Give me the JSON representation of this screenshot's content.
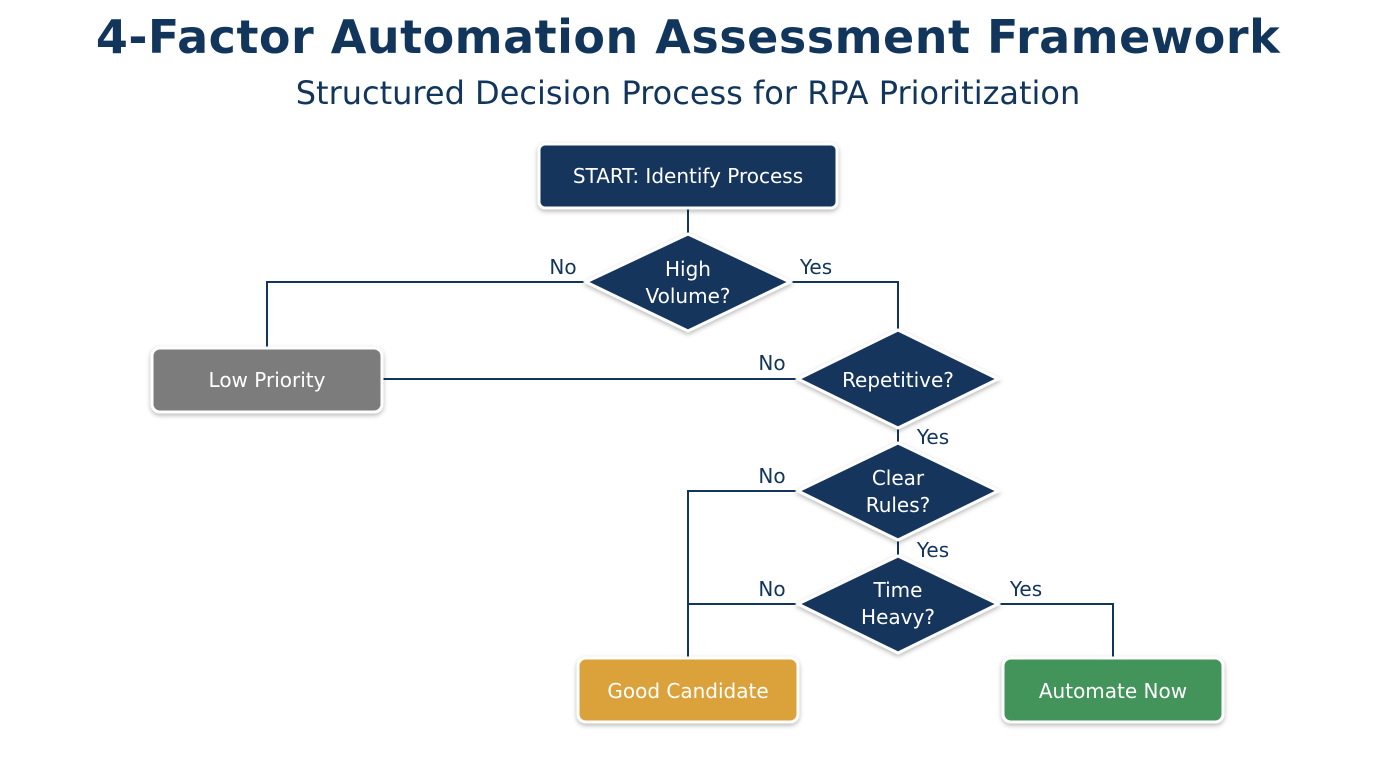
{
  "title": "4-Factor Automation Assessment Framework",
  "subtitle": "Structured Decision Process for RPA Prioritization",
  "colors": {
    "navy": "#12355b",
    "gray": "#7b7b7b",
    "gold": "#dba23a",
    "green": "#43945a",
    "line": "#12355b"
  },
  "nodes": {
    "start": "START: Identify Process",
    "high_volume": [
      "High",
      "Volume?"
    ],
    "repetitive": "Repetitive?",
    "clear_rules": [
      "Clear",
      "Rules?"
    ],
    "time_heavy": [
      "Time",
      "Heavy?"
    ],
    "low_priority": "Low Priority",
    "good_candidate": "Good Candidate",
    "automate_now": "Automate Now"
  },
  "labels": {
    "yes": "Yes",
    "no": "No"
  }
}
